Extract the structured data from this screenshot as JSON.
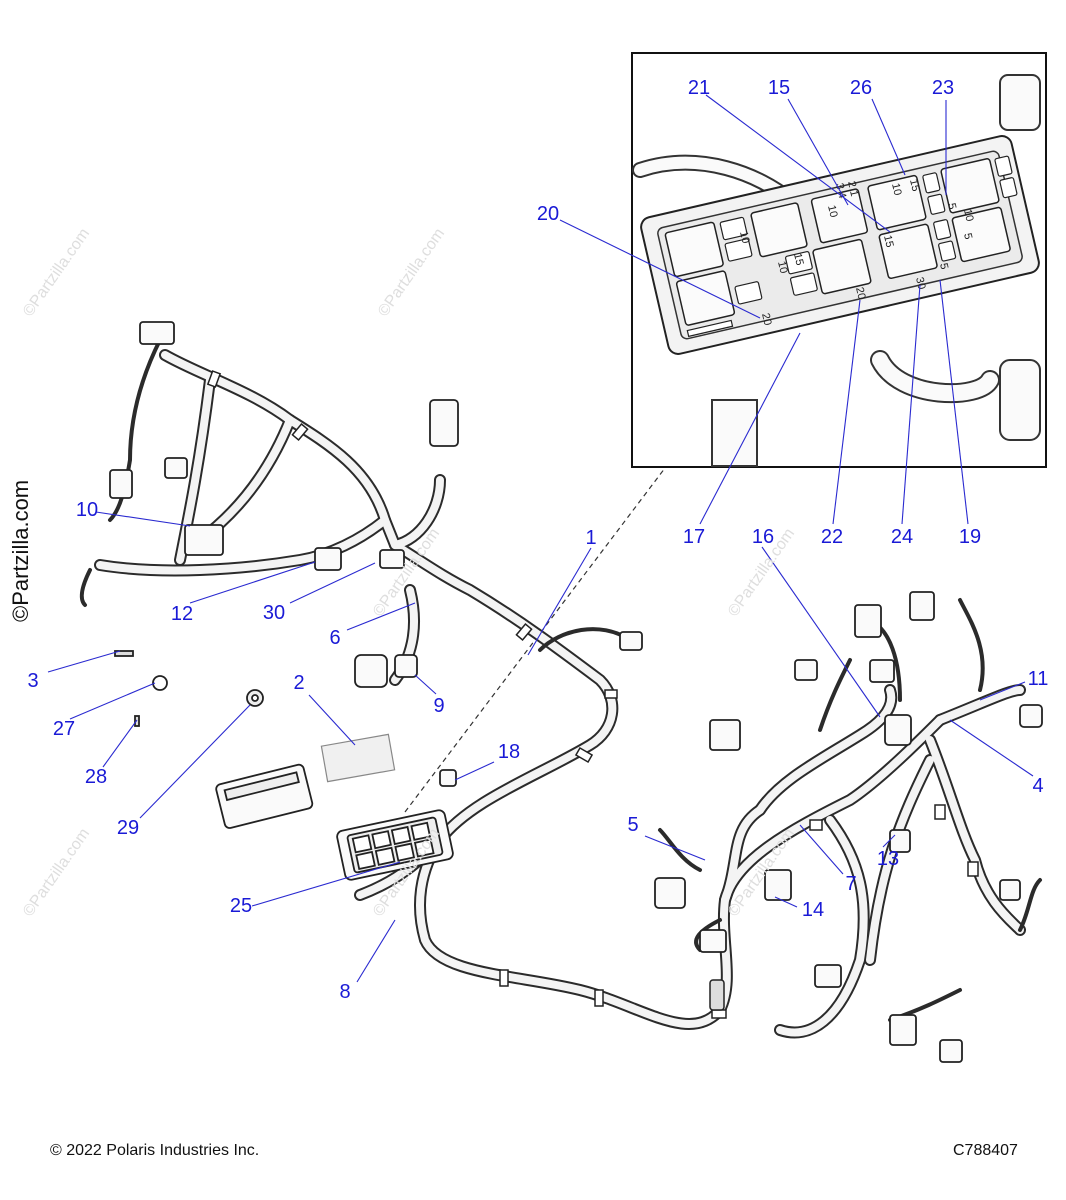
{
  "callouts": {
    "c1": "1",
    "c2": "2",
    "c3": "3",
    "c4": "4",
    "c5": "5",
    "c6": "6",
    "c7": "7",
    "c8": "8",
    "c9": "9",
    "c10": "10",
    "c11": "11",
    "c12": "12",
    "c13": "13",
    "c14": "14",
    "c15": "15",
    "c16": "16",
    "c17": "17",
    "c18": "18",
    "c19": "19",
    "c20": "20",
    "c21": "21",
    "c22": "22",
    "c23": "23",
    "c24": "24",
    "c25": "25",
    "c26": "26",
    "c27": "27",
    "c28": "28",
    "c29": "29",
    "c30": "30"
  },
  "fuse_labels": [
    "10",
    "15",
    "10",
    "5",
    "20",
    "20",
    "10",
    "15",
    "10",
    "15",
    "5",
    "30",
    "5",
    "10"
  ],
  "fuse_box_legend": [
    "2 1",
    "3 4"
  ],
  "footer": {
    "copyright": "© 2022 Polaris Industries Inc.",
    "part_code": "C788407"
  },
  "watermark": {
    "text": "©Partzilla.com",
    "side_text": "©Partzilla.com"
  },
  "colors": {
    "callout_text": "#1a1ad6",
    "leader_line": "#2a2ad0",
    "line_art": "#2b2b2b",
    "harness_fill": "#f4f4f4"
  }
}
